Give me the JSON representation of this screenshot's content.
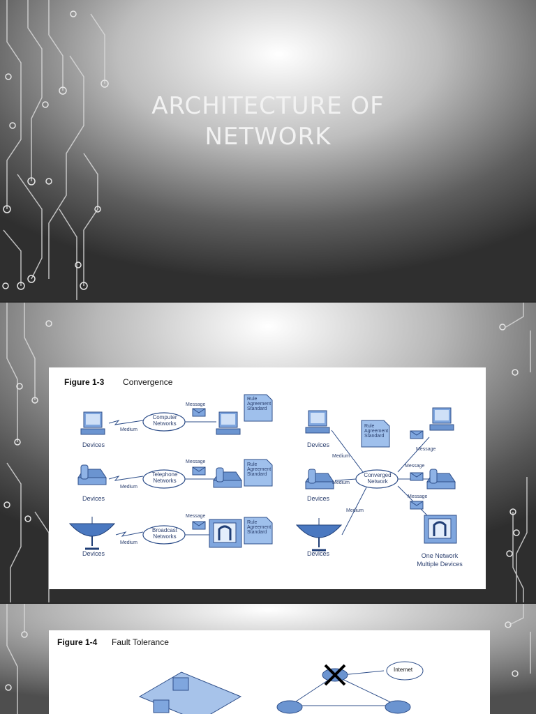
{
  "slides": {
    "title_slide": {
      "title_line1": "ARCHITECTURE OF",
      "title_line2": "NETWORK"
    },
    "convergence": {
      "fig_number": "Figure 1-3",
      "fig_title": "Convergence",
      "left": {
        "rows": [
          {
            "device": "Devices",
            "medium": "Medium",
            "network": [
              "Computer",
              "Networks"
            ],
            "message": "Message"
          },
          {
            "device": "Devices",
            "medium": "Medium",
            "network": [
              "Telephone",
              "Networks"
            ],
            "message": "Message"
          },
          {
            "device": "Devices",
            "medium": "Medium",
            "network": [
              "Broadcast",
              "Networks"
            ],
            "message": "Message"
          }
        ],
        "rule_doc": [
          "Rule",
          "Agreement",
          "Standard"
        ]
      },
      "right": {
        "devices": [
          "Devices",
          "Devices",
          "Devices"
        ],
        "medium": [
          "Medium",
          "Medium",
          "Medium"
        ],
        "network": [
          "Converged",
          "Network"
        ],
        "messages": [
          "Message",
          "Message",
          "Message"
        ],
        "rule_doc": [
          "Rule",
          "Agreement",
          "Standard"
        ],
        "caption": [
          "One Network",
          "Multiple Devices"
        ]
      }
    },
    "fault_tolerance": {
      "fig_number": "Figure 1-4",
      "fig_title": "Fault Tolerance",
      "internet_label": "Internet"
    }
  },
  "colors": {
    "accent": "#5b8fd6",
    "line": "#3c5f9c",
    "text": "#2b3f6e"
  }
}
